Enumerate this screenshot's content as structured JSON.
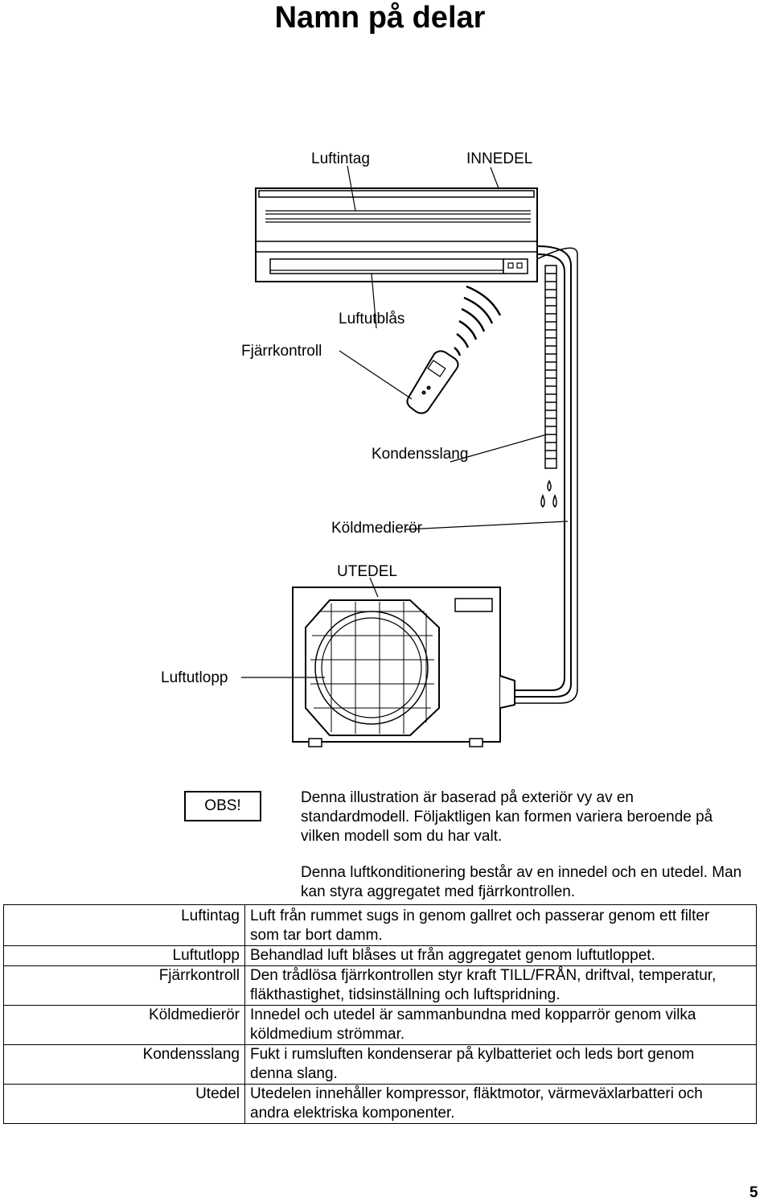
{
  "title": "Namn på delar",
  "diagram": {
    "labels": {
      "luftintag": "Luftintag",
      "innedel": "INNEDEL",
      "luftutblas": "Luftutblås",
      "fjarrkontroll": "Fjärrkontroll",
      "kondensslang": "Kondensslang",
      "koldmediror": "Köldmedierör",
      "utedel": "UTEDEL",
      "luftutlopp": "Luftutlopp"
    }
  },
  "note": {
    "badge": "OBS!",
    "line1": "Denna illustration är baserad på exteriör vy av en",
    "line2": "standardmodell. Följaktligen kan formen variera beroende på",
    "line3": "vilken modell som du har valt."
  },
  "intro": {
    "line1": "Denna luftkonditionering består av en innedel och en utedel. Man",
    "line2": "kan styra aggregatet med fjärrkontrollen."
  },
  "parts": [
    {
      "term": "Luftintag",
      "desc1": "Luft från rummet sugs in genom gallret och passerar genom ett filter",
      "desc2": "som tar bort damm."
    },
    {
      "term": "Luftutlopp",
      "desc1": "Behandlad luft blåses ut från aggregatet genom luftutloppet.",
      "desc2": ""
    },
    {
      "term": "Fjärrkontroll",
      "desc1": "Den trådlösa fjärrkontrollen styr kraft TILL/FRÅN, driftval, temperatur,",
      "desc2": "fläkthastighet, tidsinställning och luftspridning."
    },
    {
      "term": "Köldmedierör",
      "desc1": "Innedel och utedel är sammanbundna med kopparrör genom vilka",
      "desc2": "köldmedium strömmar."
    },
    {
      "term": "Kondensslang",
      "desc1": "Fukt i rumsluften kondenserar på kylbatteriet och leds bort genom",
      "desc2": "denna slang."
    },
    {
      "term": "Utedel",
      "desc1": "Utedelen innehåller kompressor, fläktmotor, värmeväxlarbatteri och",
      "desc2": "andra elektriska komponenter."
    }
  ],
  "page_number": "5"
}
